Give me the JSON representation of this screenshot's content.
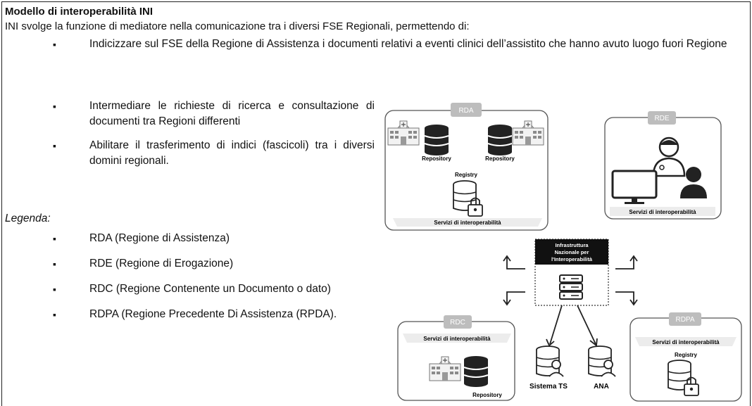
{
  "title": "Modello di interoperabilità INI",
  "intro": "INI svolge la funzione di mediatore nella comunicazione tra i diversi FSE Regionali, permettendo di:",
  "functions": [
    "Indicizzare sul FSE della Regione di Assistenza i documenti relativi a eventi clinici dell’assistito che hanno avuto luogo fuori Regione",
    "Intermediare le richieste di ricerca e consultazione di documenti tra Regioni differenti",
    "Abilitare il trasferimento di indici (fascicoli) tra i diversi domini regionali."
  ],
  "legend": {
    "title": "Legenda:",
    "items": [
      "RDA (Regione di Assistenza)",
      "RDE (Regione di Erogazione)",
      "RDC (Regione Contenente un Documento o dato)",
      "RDPA (Regione Precedente Di Assistenza (RPDA)."
    ]
  },
  "diagram": {
    "rda": {
      "tag": "RDA",
      "repo1": "Repository",
      "repo2": "Repository",
      "registry": "Registry",
      "footer": "Servizi di interoperabilità"
    },
    "rde": {
      "tag": "RDE",
      "footer": "Servizi di interoperabilità"
    },
    "ini": {
      "line1": "Infrastruttura",
      "line2": "Nazionale per",
      "line3": "l'Interoperabilità"
    },
    "rdc": {
      "tag": "RDC",
      "header": "Servizi di interoperabilità",
      "repo": "Repository"
    },
    "rdpa": {
      "tag": "RDPA",
      "header": "Servizi di interoperabilità",
      "registry": "Registry"
    },
    "sistema_ts": "Sistema TS",
    "ana": "ANA"
  }
}
